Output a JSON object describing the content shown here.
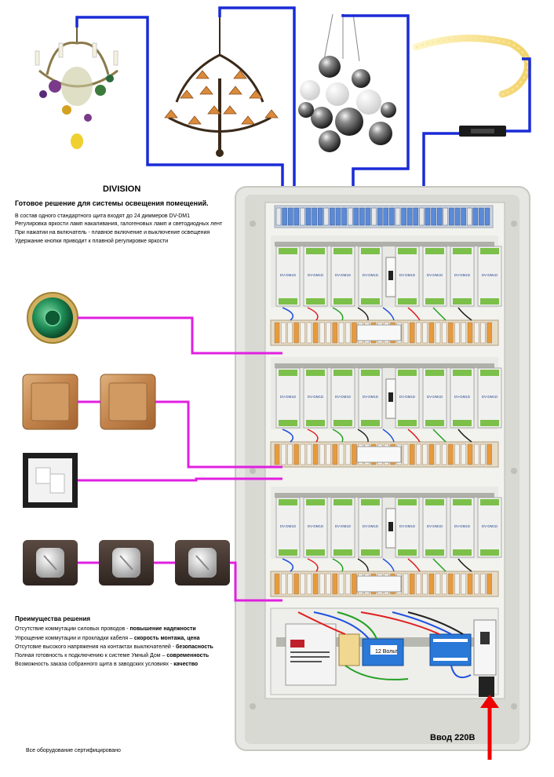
{
  "header": {
    "title": "DIVISION",
    "subtitle": "Готовое решение для системы освещения помещений.",
    "lines": [
      "В состав одного стандартного щита входят до 24 диммеров DV-DM1",
      "Регулировка яркости ламп накаливания, галогеновых ламп и светодиодных лент",
      "При нажатии на включатель - плавное включение и выключение освещения",
      "Удержание кнопки приводит к плавной регулировке яркости"
    ]
  },
  "advantages": {
    "title": "Преимущества решения",
    "items": [
      {
        "text": "Отсутствие коммутации силовых проводов - ",
        "bold": "повышение надежности"
      },
      {
        "text": "Упрощение коммутации и прокладки кабеля – ",
        "bold": "скорость монтажа, цена"
      },
      {
        "text": "Отсутсвие высокого напряжения на контактах выключателей - ",
        "bold": "безопасность"
      },
      {
        "text": "Полная готовность к подключению к системе Умный Дом – ",
        "bold": "современность"
      },
      {
        "text": "Возможность заказа собранного щита в заводских условиях - ",
        "bold": "качество"
      }
    ]
  },
  "footer": {
    "certified": "Все оборудование сертифицировано"
  },
  "panel": {
    "input_label": "Ввод 220В",
    "psu_label": "12 Вольт",
    "module_label": "DV-DM1D"
  },
  "colors": {
    "signal_wire": "#e020e0",
    "load_wire": "#1a2bd6",
    "input_arrow": "#ee0000",
    "cabinet": "#e6e6e2",
    "module": "#ececec"
  },
  "icons": [
    "chandelier-crystal-icon",
    "chandelier-bronze-icon",
    "chandelier-spheres-icon",
    "led-strip-icon",
    "round-knob-dimmer-icon",
    "wood-switch-icon",
    "white-switch-icon",
    "dark-switch-icon"
  ]
}
